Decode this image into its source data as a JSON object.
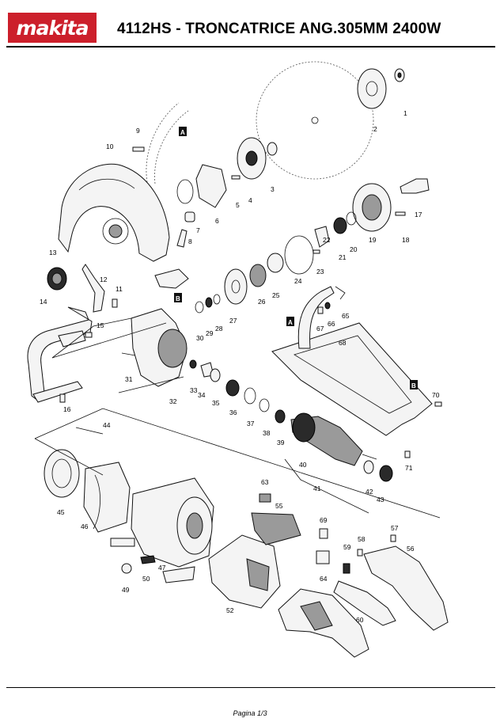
{
  "header": {
    "brand": "makita",
    "title": "4112HS - TRONCATRICE ANG.305MM 2400W"
  },
  "footer": {
    "page": "Pagina 1/3"
  },
  "diagram": {
    "part_numbers": [
      "1",
      "2",
      "3",
      "4",
      "5",
      "6",
      "7",
      "8",
      "9",
      "10",
      "11",
      "12",
      "13",
      "14",
      "15",
      "16",
      "17",
      "18",
      "19",
      "20",
      "21",
      "22",
      "23",
      "24",
      "25",
      "26",
      "27",
      "28",
      "29",
      "30",
      "31",
      "32",
      "33",
      "34",
      "35",
      "36",
      "37",
      "38",
      "39",
      "40",
      "41",
      "42",
      "43",
      "44",
      "45",
      "46",
      "47",
      "49",
      "50",
      "52",
      "55",
      "56",
      "57",
      "58",
      "59",
      "60",
      "63",
      "64",
      "65",
      "66",
      "67",
      "68",
      "69",
      "70",
      "71"
    ],
    "reference_marks": [
      "A",
      "A",
      "B",
      "B"
    ]
  }
}
